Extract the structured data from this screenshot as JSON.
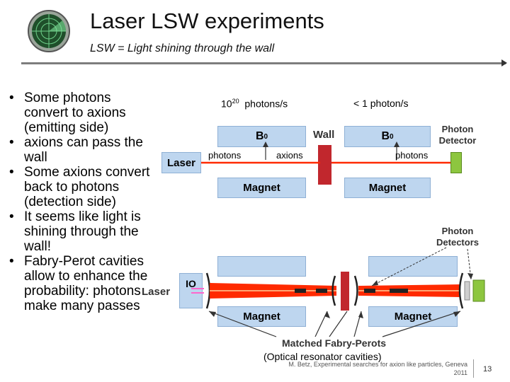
{
  "header": {
    "title": "Laser LSW experiments",
    "subtitle": "LSW = Light shining through the wall"
  },
  "bullets": [
    "Some photons convert to axions (emitting side)",
    "axions can pass the wall",
    "Some axions convert back to photons (detection side)",
    "It seems like light is shining through the wall!",
    "Fabry-Perot cavities allow to enhance the probability: photons make many passes"
  ],
  "diagram_top": {
    "rate_left_base": "10",
    "rate_left_exp": "20",
    "rate_left_unit": "photons/s",
    "rate_right": "< 1 photon/s",
    "laser": "Laser",
    "b0_left": "B",
    "b0_left_sub": "0",
    "b0_right": "B",
    "b0_right_sub": "0",
    "wall": "Wall",
    "photon_detector": "Photon Detector",
    "photons_left": "photons",
    "axions": "axions",
    "photons_right": "photons",
    "magnet_left": "Magnet",
    "magnet_right": "Magnet"
  },
  "diagram_bottom": {
    "photon_detectors": "Photon Detectors",
    "io": "IO",
    "laser": "Laser",
    "magnet_left": "Magnet",
    "magnet_right": "Magnet",
    "matched": "Matched Fabry-Perots",
    "optical": "(Optical resonator cavities)"
  },
  "footer": {
    "note": "M. Betz, Experimental searches for axion like particles, Geneva 2011",
    "page": "13"
  },
  "colors": {
    "magnet_fill": "#bed6ef",
    "wall": "#c1272d",
    "detector": "#8dc63f",
    "laser_beam": "#ff2a00"
  }
}
